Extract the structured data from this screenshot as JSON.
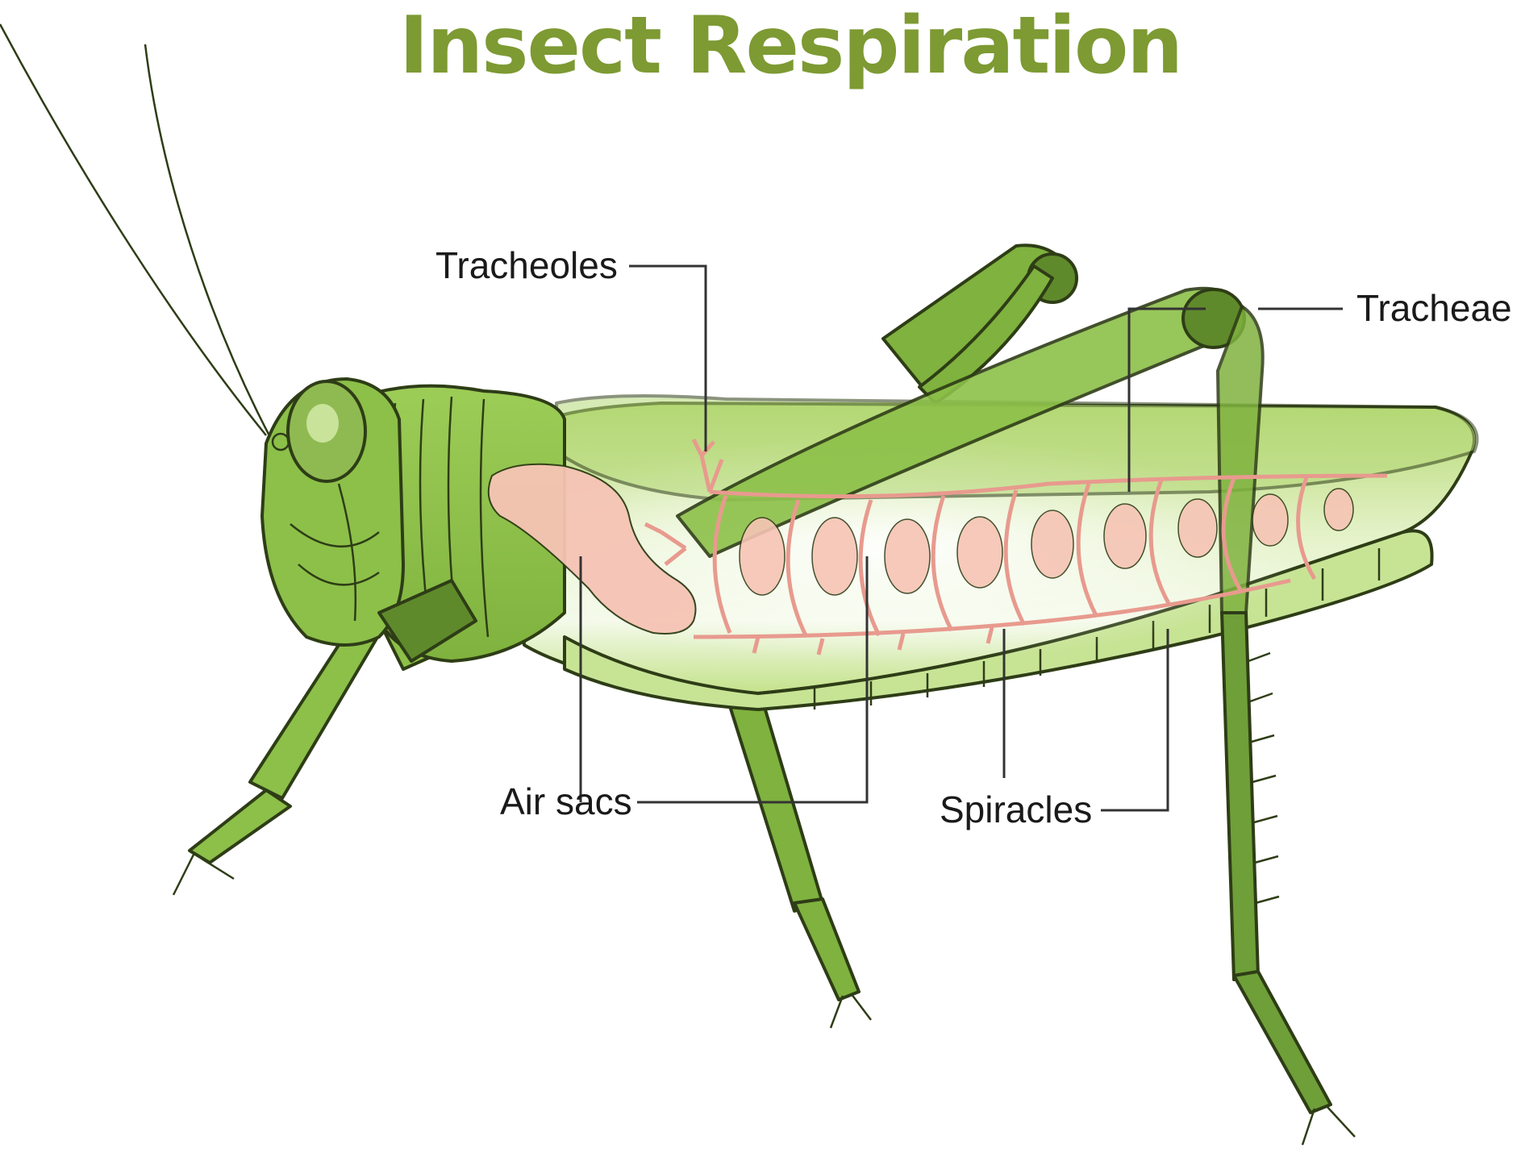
{
  "title": "Insect Respiration",
  "labels": {
    "tracheoles": "Tracheoles",
    "tracheae": "Tracheae",
    "air_sacs": "Air sacs",
    "spiracles": "Spiracles"
  },
  "colors": {
    "title": "#7d9a33",
    "body_light": "#b9dc7a",
    "body_mid": "#8cc049",
    "body_dark": "#5f8a2b",
    "air_sac": "#f6c4b5",
    "trachea": "#e89a8e",
    "leader": "#333333"
  }
}
